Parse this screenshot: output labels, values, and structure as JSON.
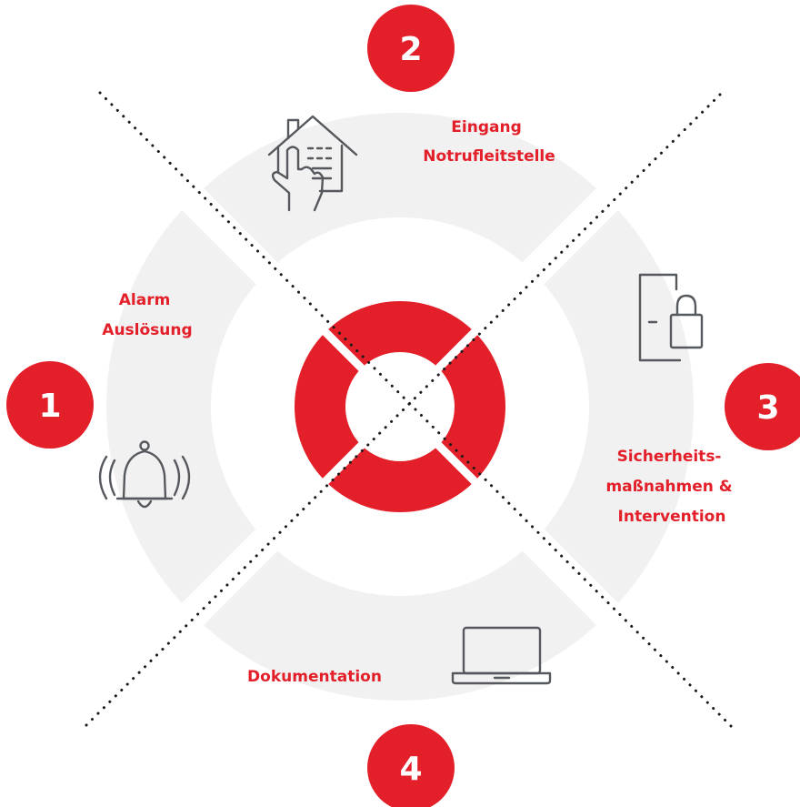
{
  "colors": {
    "accent": "#e3202a",
    "ring": "#f1f1f1",
    "icon": "#55585c",
    "divider": "#1a1a1a"
  },
  "segments": [
    {
      "number": "1",
      "label_lines": [
        "Alarm",
        "Auslösung"
      ],
      "icon": "bell-ringing-icon"
    },
    {
      "number": "2",
      "label_lines": [
        "Eingang",
        "Notrufleitstelle"
      ],
      "icon": "house-touch-icon"
    },
    {
      "number": "3",
      "label_lines": [
        "Sicherheits-",
        "maßnahmen &",
        "Intervention"
      ],
      "icon": "door-lock-icon"
    },
    {
      "number": "4",
      "label_lines": [
        "Dokumentation"
      ],
      "icon": "laptop-icon"
    }
  ],
  "center_icon": "lifebuoy-icon"
}
